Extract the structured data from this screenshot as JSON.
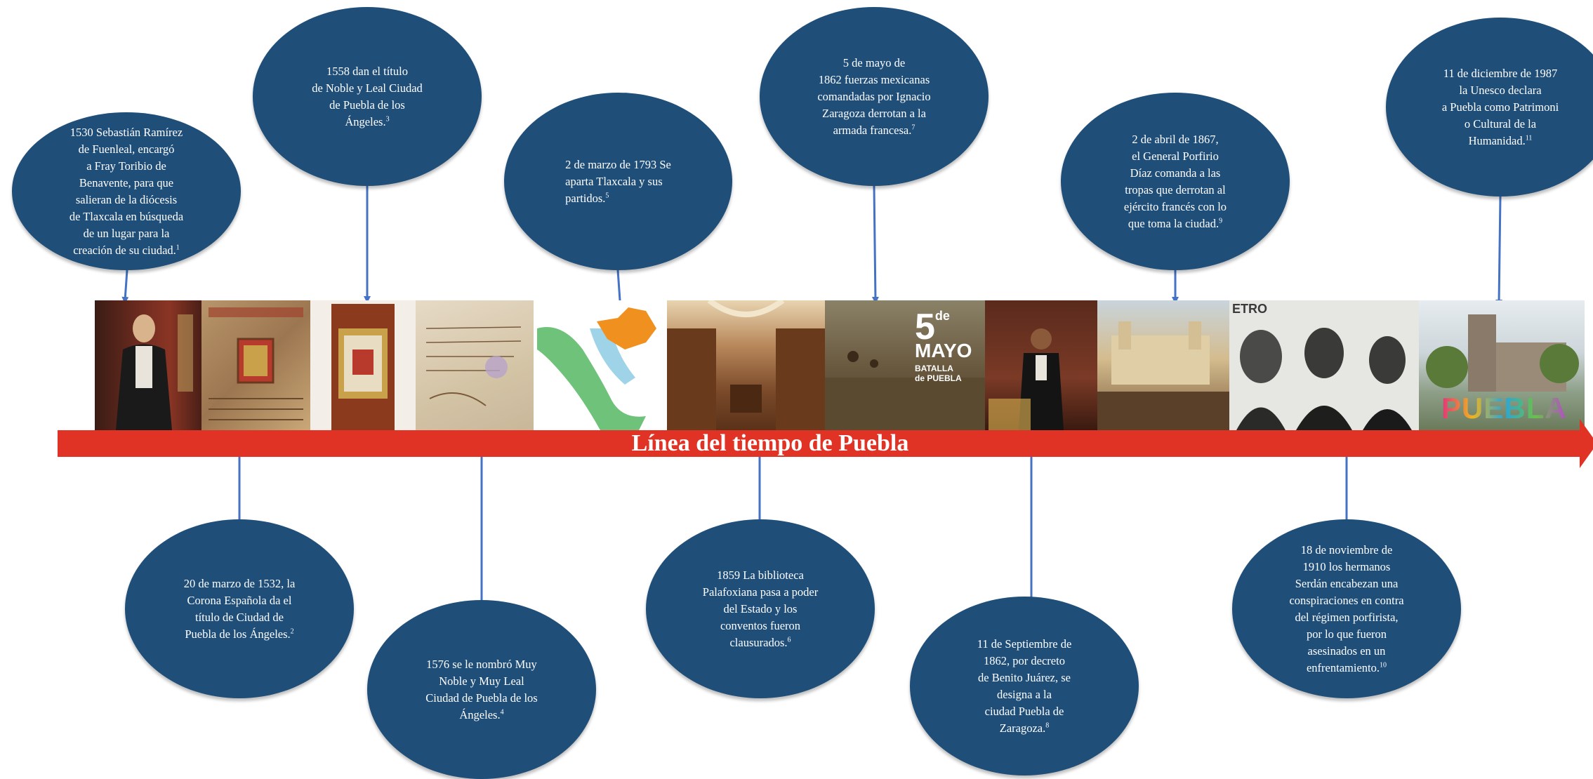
{
  "timeline": {
    "title": "Línea del tiempo de Puebla",
    "bar_color": "#e03325",
    "bubble_color": "#1f4e79",
    "arrow_color": "#4472c4"
  },
  "events": [
    {
      "id": "e1",
      "text": "1530  Sebastián Ramírez\nde Fuenleal,  encargó\na Fray Toribio de\nBenavente, para que\nsalieran de la diócesis\nde Tlaxcala  en búsqueda\nde un lugar para la\ncreación de su ciudad.",
      "note": "1"
    },
    {
      "id": "e2",
      "text": "20  de marzo  de 1532,  la\nCorona Española da el\ntítulo de Ciudad de\nPuebla de los Ángeles.",
      "note": "2"
    },
    {
      "id": "e3",
      "text": "1558  dan el título\nde Noble y Leal Ciudad\nde Puebla de los\nÁngeles.",
      "note": "3"
    },
    {
      "id": "e4",
      "text": "1576  se le nombró Muy\nNoble y Muy Leal\nCiudad de Puebla de los\nÁngeles.",
      "note": "4"
    },
    {
      "id": "e5",
      "text": "2 de marzo de 1793   Se\naparta Tlaxcala y sus\npartidos.",
      "note": "5"
    },
    {
      "id": "e6",
      "text": "1859  La biblioteca\nPalafoxiana  pasa a poder\ndel Estado y los\nconventos fueron\nclausurados.",
      "note": "6"
    },
    {
      "id": "e7",
      "text": "5 de mayo de\n1862  fuerzas mexicanas\ncomandadas por Ignacio\nZaragoza derrotan a la\narmada francesa.",
      "note": "7"
    },
    {
      "id": "e8",
      "text": "11  de Septiembre  de\n1862,  por decreto\nde Benito Juárez,  se\ndesigna a la\nciudad Puebla de\nZaragoza.",
      "note": "8"
    },
    {
      "id": "e9",
      "text": "2 de abril de 1867,\nel General  Porfirio\nDíaz  comanda a las\ntropas que derrotan al\nejército francés con lo\nque toma la ciudad.",
      "note": "9"
    },
    {
      "id": "e10",
      "text": "18  de noviembre  de\n1910  los hermanos\nSerdán encabezan una\nconspiraciones en contra\ndel régimen porfirista,\npor lo  que fueron\nasesinados en un\nenfrentamiento.",
      "note": "10"
    },
    {
      "id": "e11",
      "text": "11  de diciembre  de 1987\nla Unesco declara\na Puebla como Patrimoni\no Cultural  de la\nHumanidad.",
      "note": "11"
    }
  ],
  "images": {
    "may5_big": "5",
    "may5_de": "de",
    "may5_mayo": "MAYO",
    "may5_batalla": "BATALLA",
    "may5_puebla": "de PUEBLA",
    "photos_tag": "ETRO",
    "puebla_letters": "PUEBLA"
  }
}
